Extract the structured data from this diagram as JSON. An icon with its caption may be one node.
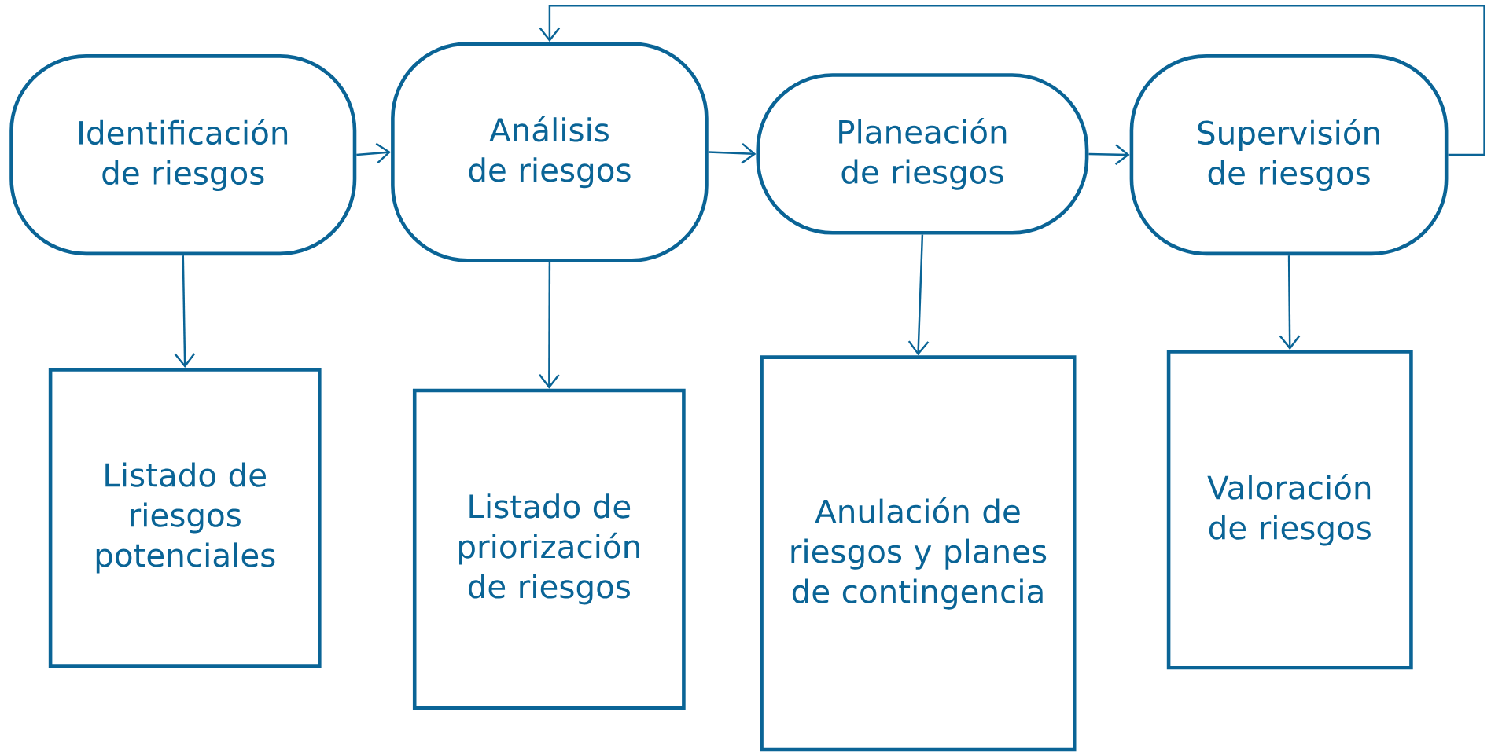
{
  "diagram": {
    "nodes": [
      {
        "text": [
          "Identificación de riesgos"
        ]
      },
      {
        "text": [
          "Análisis de riesgos"
        ]
      },
      {
        "text": [
          "Planeación de riesgos"
        ]
      },
      {
        "text": [
          "Supervisión de riesgos"
        ]
      },
      {
        "text": [
          "Listado de riesgos potenciales"
        ]
      },
      {
        "text": [
          "Listado de priorización de riesgos"
        ]
      },
      {
        "text": [
          "Anulación de riesgos y planes de contingencia"
        ]
      },
      {
        "text": [
          "Valoración de riesgos"
        ]
      }
    ],
    "edges": [
      {
        "from": 0,
        "to": 1,
        "arrow": "to"
      },
      {
        "from": 1,
        "to": 2,
        "arrow": "to"
      },
      {
        "from": 2,
        "to": 3,
        "arrow": "to"
      },
      {
        "from": 3,
        "to": 1,
        "arrow": "to"
      },
      {
        "from": 0,
        "to": 4,
        "arrow": "to"
      },
      {
        "from": 1,
        "to": 5,
        "arrow": "to"
      },
      {
        "from": 2,
        "to": 6,
        "arrow": "to"
      },
      {
        "from": 3,
        "to": 7,
        "arrow": "to"
      }
    ]
  }
}
